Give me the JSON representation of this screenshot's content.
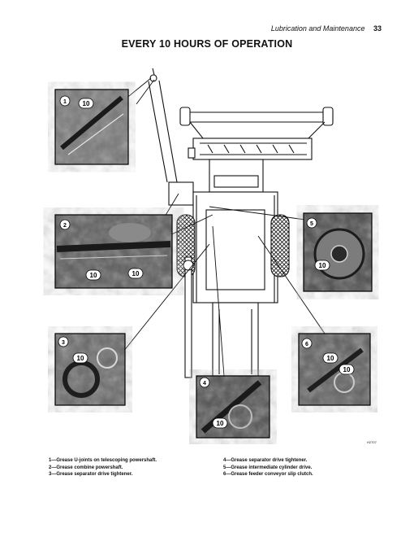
{
  "header": {
    "section": "Lubrication and Maintenance",
    "page_number": "33"
  },
  "title": "EVERY 10 HOURS OF OPERATION",
  "callouts": [
    {
      "number": "1",
      "badge": "10"
    },
    {
      "number": "2",
      "badge": "10"
    },
    {
      "number": "3",
      "badge": "10"
    },
    {
      "number": "4",
      "badge": "10"
    },
    {
      "number": "5",
      "badge": "10"
    },
    {
      "number": "6",
      "badge": "10"
    }
  ],
  "figure_code": "H2707",
  "legend": [
    "1—Grease U-joints on telescoping powershaft.",
    "2—Grease combine powershaft.",
    "3—Grease separator drive tightener.",
    "4—Grease separator drive tightener.",
    "5—Grease intermediate cylinder drive.",
    "6—Grease feeder conveyor slip clutch."
  ],
  "colors": {
    "ink": "#111111",
    "photo_dark": "#2a2a2a",
    "photo_mid": "#6e6e6e",
    "paper": "#ffffff"
  }
}
